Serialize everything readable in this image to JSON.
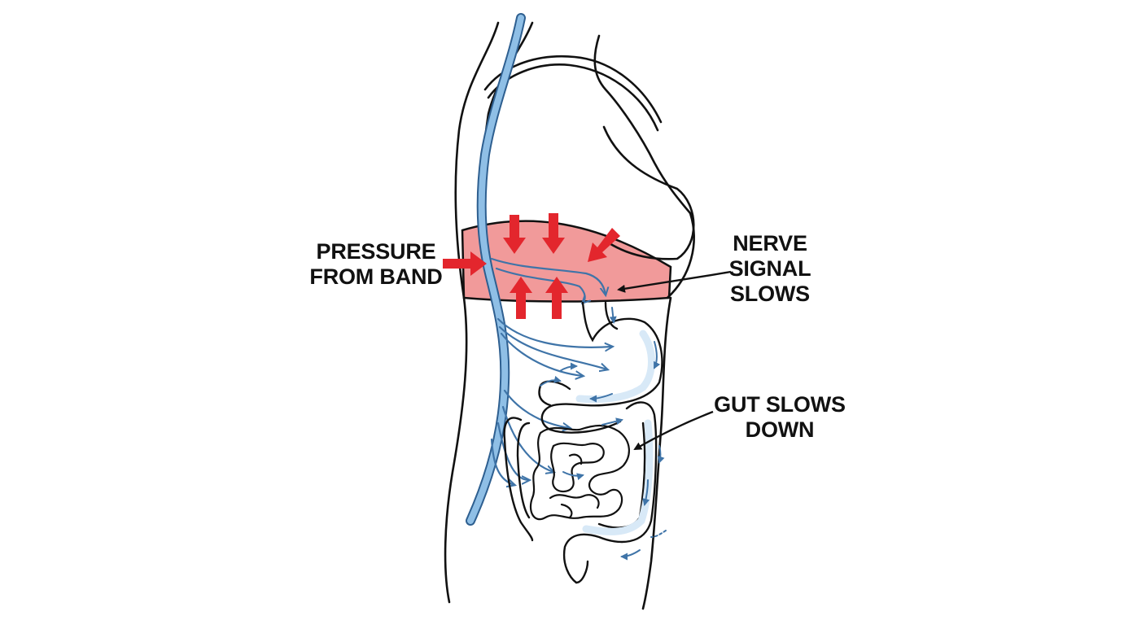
{
  "labels": {
    "pressure": [
      "PRESSURE",
      "FROM BAND"
    ],
    "nerve": [
      "NERVE",
      "SIGNAL",
      "SLOWS"
    ],
    "gut": [
      "GUT SLOWS",
      "DOWN"
    ]
  },
  "colors": {
    "outline": "#111111",
    "nerve": "#8fbfe6",
    "nerve_dark": "#3f74a8",
    "band": "#f19a9a",
    "pressure_arrow": "#e3262d",
    "gut_flow": "#d8e9f7"
  },
  "icons": {
    "pressure_arrows": "red-arrow-icon",
    "flow_arrows": "blue-flow-arrow-icon",
    "pointers": "black-pointer-arrow-icon"
  }
}
